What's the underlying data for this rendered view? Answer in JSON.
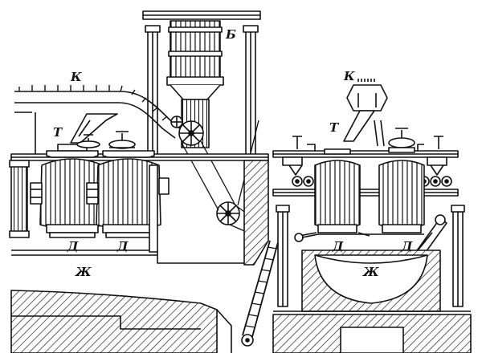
{
  "colors": {
    "ink": "#111111",
    "paper": "#ffffff"
  },
  "labels": {
    "k_left": "К",
    "b_hopper": "Б",
    "t_left": "Т",
    "d_left_1": "Д",
    "d_left_2": "Д",
    "zh_left": "Ж",
    "k_right": "К",
    "t_right": "Т",
    "d_right_1": "Д",
    "d_right_2": "Д",
    "zh_right": "Ж"
  }
}
